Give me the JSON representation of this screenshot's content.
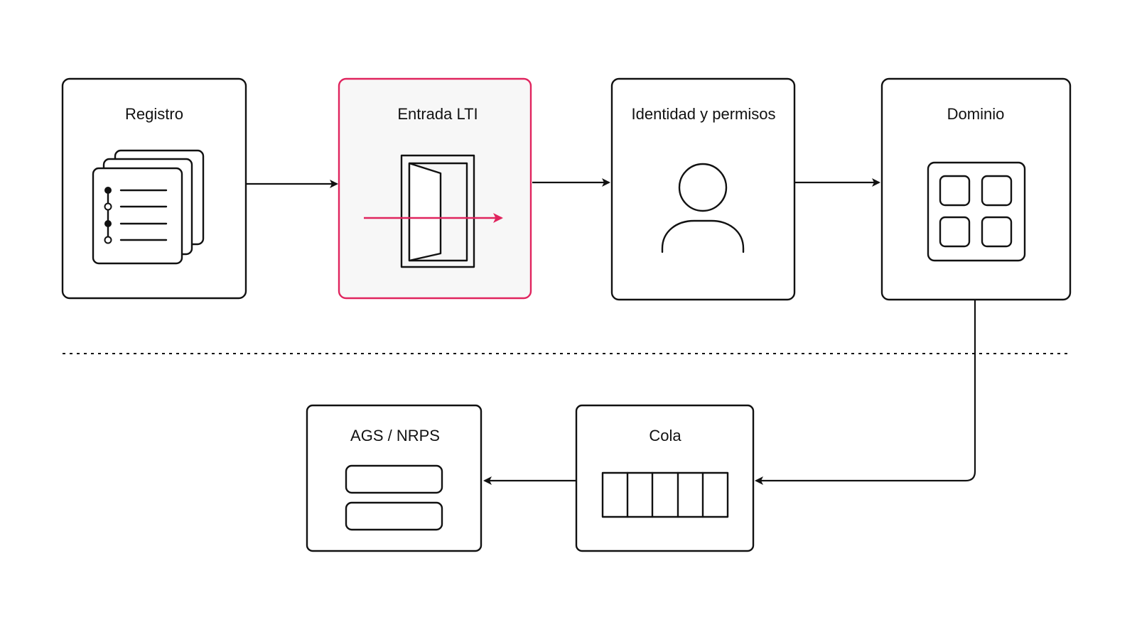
{
  "colors": {
    "stroke": "#111111",
    "accent": "#e0245e",
    "highlight_fill": "#f7f7f7",
    "background": "#ffffff"
  },
  "nodes": {
    "registro": {
      "title": "Registro",
      "icon": "stacked-list-icon"
    },
    "entrada_lti": {
      "title": "Entrada LTI",
      "icon": "door-entry-icon",
      "highlighted": true
    },
    "identidad": {
      "title": "Identidad y permisos",
      "icon": "user-icon"
    },
    "dominio": {
      "title": "Dominio",
      "icon": "grid-icon"
    },
    "cola": {
      "title": "Cola",
      "icon": "queue-icon"
    },
    "ags_nrps": {
      "title": "AGS / NRPS",
      "icon": "stacked-bars-icon"
    }
  }
}
